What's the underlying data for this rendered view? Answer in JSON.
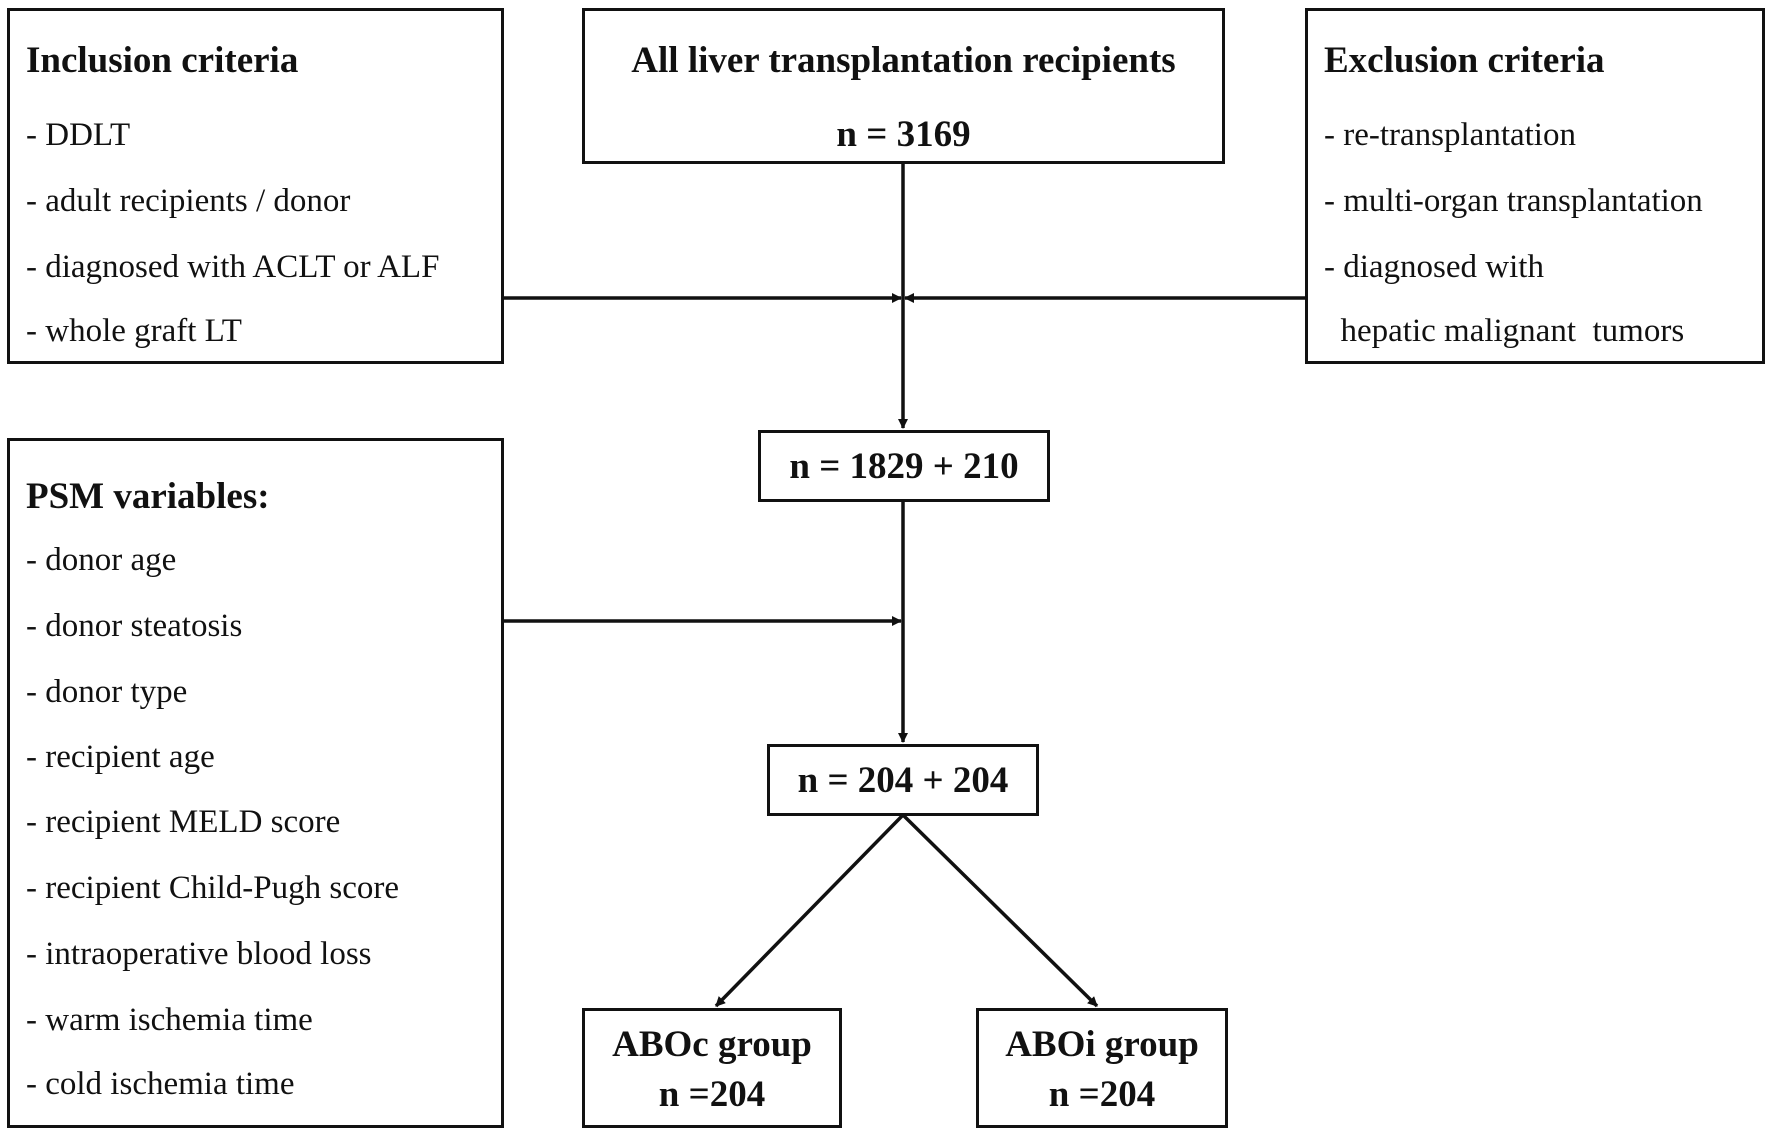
{
  "inclusion": {
    "title": "Inclusion criteria",
    "items": [
      "- DDLT",
      "- adult recipients / donor",
      "- diagnosed with ACLT or ALF",
      "- whole graft LT"
    ]
  },
  "all_recipients": {
    "title": "All liver transplantation recipients",
    "count": "n = 3169"
  },
  "exclusion": {
    "title": "Exclusion criteria",
    "items": [
      "- re-transplantation",
      "- multi-organ  transplantation",
      "- diagnosed with",
      "  hepatic malignant  tumors"
    ]
  },
  "after_criteria": {
    "count": "n = 1829 + 210"
  },
  "psm": {
    "title": "PSM variables:",
    "items": [
      "- donor age",
      "- donor steatosis",
      "- donor type",
      "- recipient  age",
      "- recipient  MELD score",
      "- recipient  Child-Pugh score",
      "- intraoperative  blood loss",
      "- warm ischemia  time",
      "- cold ischemia  time"
    ]
  },
  "matched": {
    "count": "n = 204 + 204"
  },
  "aboc": {
    "title": "ABOc group",
    "count": "n =204"
  },
  "aboi": {
    "title": "ABOi group",
    "count": "n =204"
  },
  "colors": {
    "line": "#111111",
    "background": "#ffffff"
  }
}
